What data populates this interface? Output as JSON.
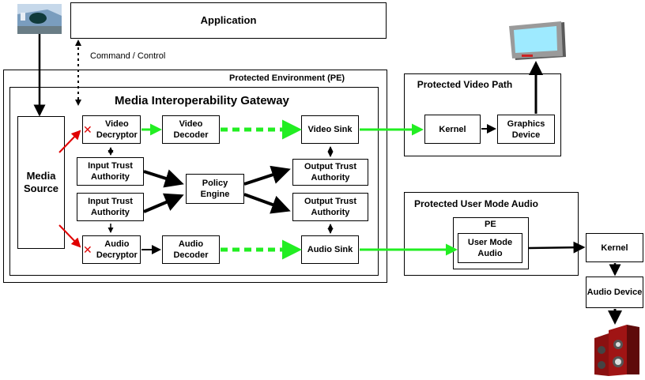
{
  "application": "Application",
  "command_control": "Command / Control",
  "protected_environment": "Protected Environment  (PE)",
  "gateway_title": "Media Interoperability Gateway",
  "media_source": "Media Source",
  "video_decryptor": "Video Decryptor",
  "video_decoder": "Video Decoder",
  "video_sink": "Video Sink",
  "input_trust_authority_top": "Input Trust Authority",
  "input_trust_authority_bottom": "Input Trust Authority",
  "policy_engine": "Policy Engine",
  "output_trust_authority_top": "Output Trust Authority",
  "output_trust_authority_bottom": "Output Trust Authority",
  "audio_decryptor": "Audio Decryptor",
  "audio_decoder": "Audio Decoder",
  "audio_sink": "Audio Sink",
  "protected_video_path": "Protected Video Path",
  "video_kernel": "Kernel",
  "graphics_device": "Graphics Device",
  "protected_user_mode_audio": "Protected User Mode Audio",
  "pe": "PE",
  "user_mode_audio": "User Mode Audio",
  "audio_kernel": "Kernel",
  "audio_device": "Audio Device",
  "colors": {
    "protected_stream": "#22ee22",
    "control_flow": "#000000",
    "unprotected": "#e00000"
  }
}
